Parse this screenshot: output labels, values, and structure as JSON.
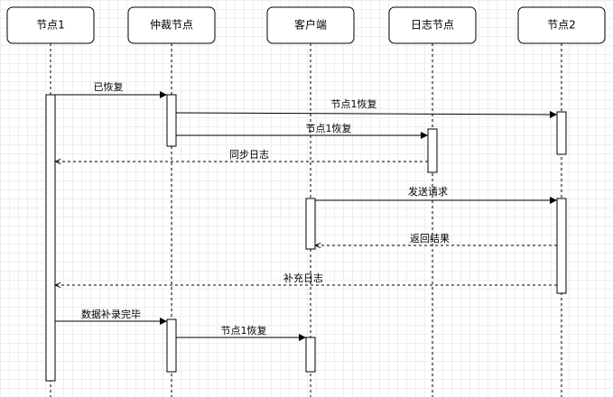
{
  "actors": [
    {
      "id": "node1",
      "label": "节点1"
    },
    {
      "id": "arbiter",
      "label": "仲裁节点"
    },
    {
      "id": "client",
      "label": "客户端"
    },
    {
      "id": "log",
      "label": "日志节点"
    },
    {
      "id": "node2",
      "label": "节点2"
    }
  ],
  "messages": [
    {
      "from": "node1",
      "to": "arbiter",
      "label": "已恢复",
      "style": "solid"
    },
    {
      "from": "arbiter",
      "to": "node2",
      "label": "节点1恢复",
      "style": "solid"
    },
    {
      "from": "arbiter",
      "to": "log",
      "label": "节点1恢复",
      "style": "solid"
    },
    {
      "from": "log",
      "to": "node1",
      "label": "同步日志",
      "style": "dashed"
    },
    {
      "from": "client",
      "to": "node2",
      "label": "发送请求",
      "style": "solid"
    },
    {
      "from": "node2",
      "to": "client",
      "label": "返回结果",
      "style": "dashed"
    },
    {
      "from": "node2",
      "to": "node1",
      "label": "补充日志",
      "style": "dashed"
    },
    {
      "from": "node1",
      "to": "arbiter",
      "label": "数据补录完毕",
      "style": "solid"
    },
    {
      "from": "arbiter",
      "to": "client",
      "label": "节点1恢复",
      "style": "solid"
    }
  ]
}
